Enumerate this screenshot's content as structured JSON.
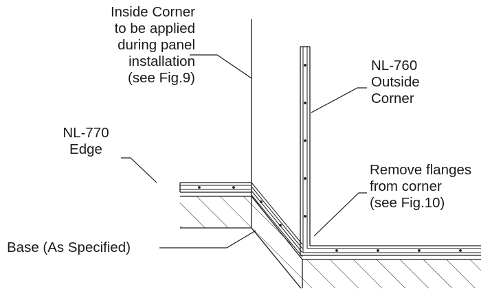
{
  "labels": {
    "inside_corner": [
      "Inside Corner",
      "to be applied",
      "during panel",
      "installation",
      "(see Fig.9)"
    ],
    "outside_corner": [
      "NL-760",
      "Outside",
      "Corner"
    ],
    "edge": [
      "NL-770",
      "Edge"
    ],
    "remove_flanges": [
      "Remove flanges",
      "from corner",
      "(see Fig.10)"
    ],
    "base": "Base (As Specified)"
  },
  "colors": {
    "line": "#1a1a1a",
    "background": "#ffffff"
  }
}
